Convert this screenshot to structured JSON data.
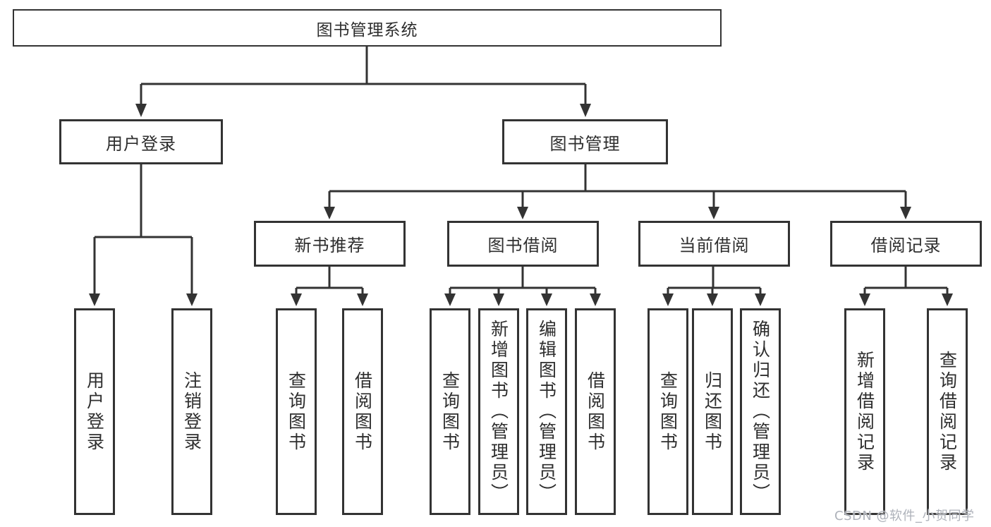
{
  "diagram_type": "hierarchy",
  "tree": {
    "label": "图书管理系统",
    "children": [
      {
        "label": "用户登录",
        "children": [
          {
            "label": "用户登录"
          },
          {
            "label": "注销登录"
          }
        ]
      },
      {
        "label": "图书管理",
        "children": [
          {
            "label": "新书推荐",
            "children": [
              {
                "label": "查询图书"
              },
              {
                "label": "借阅图书"
              }
            ]
          },
          {
            "label": "图书借阅",
            "children": [
              {
                "label": "查询图书"
              },
              {
                "label": "新增图书（管理员）"
              },
              {
                "label": "编辑图书（管理员）"
              },
              {
                "label": "借阅图书"
              }
            ]
          },
          {
            "label": "当前借阅",
            "children": [
              {
                "label": "查询图书"
              },
              {
                "label": "归还图书"
              },
              {
                "label": "确认归还（管理员）"
              }
            ]
          },
          {
            "label": "借阅记录",
            "children": [
              {
                "label": "新增借阅记录"
              },
              {
                "label": "查询借阅记录"
              }
            ]
          }
        ]
      }
    ]
  },
  "watermark": "CSDN @软件_小贺同学",
  "colors": {
    "line": "#333333",
    "text": "#2e2e2e",
    "box_background": "#ffffff",
    "watermark": "#aeb2ba",
    "background": "#ffffff"
  }
}
